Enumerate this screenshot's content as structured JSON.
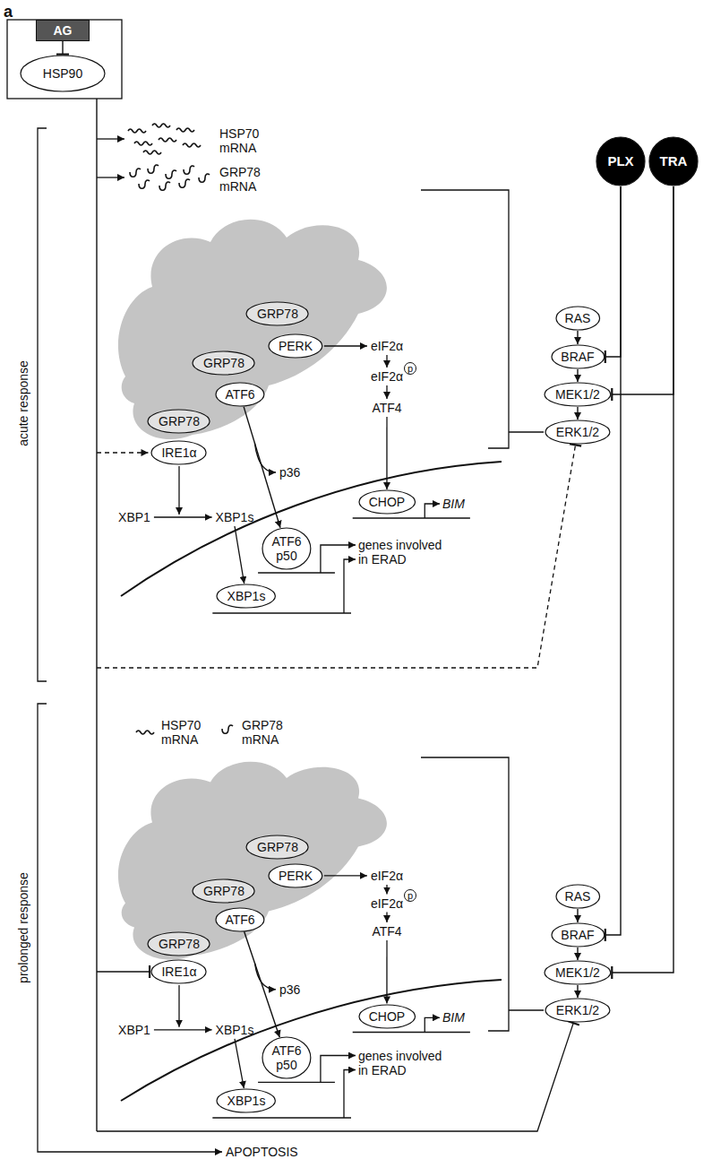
{
  "diagram": {
    "nodes": [
      {
        "text": [
          "AG"
        ]
      },
      {
        "text": [
          "HSP90"
        ]
      },
      {
        "text": [
          "PLX"
        ]
      },
      {
        "text": [
          "TRA"
        ]
      },
      {
        "text": [
          "RAS"
        ]
      },
      {
        "text": [
          "BRAF"
        ]
      },
      {
        "text": [
          "MEK1/2"
        ]
      },
      {
        "text": [
          "ERK1/2"
        ]
      },
      {
        "text": [
          "GRP78"
        ]
      },
      {
        "text": [
          "IRE1α"
        ]
      },
      {
        "text": [
          "GRP78"
        ]
      },
      {
        "text": [
          "ATF6"
        ]
      },
      {
        "text": [
          "GRP78"
        ]
      },
      {
        "text": [
          "PERK"
        ]
      },
      {
        "text": [
          "XBP1s"
        ]
      },
      {
        "text": [
          "ATF6 p50"
        ]
      },
      {
        "text": [
          "CHOP"
        ]
      },
      {
        "text": [
          "RAS"
        ]
      },
      {
        "text": [
          "BRAF"
        ]
      },
      {
        "text": [
          "MEK1/2"
        ]
      },
      {
        "text": [
          "ERK1/2"
        ]
      },
      {
        "text": [
          "GRP78"
        ]
      },
      {
        "text": [
          "IRE1α"
        ]
      },
      {
        "text": [
          "GRP78"
        ]
      },
      {
        "text": [
          "ATF6"
        ]
      },
      {
        "text": [
          "GRP78"
        ]
      },
      {
        "text": [
          "PERK"
        ]
      },
      {
        "text": [
          "XBP1s"
        ]
      },
      {
        "text": [
          "ATF6 p50"
        ]
      },
      {
        "text": [
          "CHOP"
        ]
      }
    ],
    "edges": [
      {
        "from": 0,
        "to": 1,
        "arrow": "to"
      },
      {
        "from": 4,
        "to": 5,
        "arrow": "to"
      },
      {
        "from": 5,
        "to": 6,
        "arrow": "to"
      },
      {
        "from": 6,
        "to": 7,
        "arrow": "to"
      },
      {
        "from": 2,
        "to": 5,
        "arrow": "to"
      },
      {
        "from": 3,
        "to": 6,
        "arrow": "to"
      },
      {
        "from": 11,
        "to": 15,
        "arrow": "to"
      },
      {
        "from": 17,
        "to": 18,
        "arrow": "to"
      },
      {
        "from": 18,
        "to": 19,
        "arrow": "to"
      },
      {
        "from": 19,
        "to": 20,
        "arrow": "to"
      },
      {
        "from": 2,
        "to": 18,
        "arrow": "to"
      },
      {
        "from": 3,
        "to": 19,
        "arrow": "to"
      },
      {
        "from": 24,
        "to": 28,
        "arrow": "to"
      }
    ],
    "labels": [
      "a",
      "acute response",
      "HSP70 mRNA",
      "GRP78 mRNA",
      "XBP1",
      "XBP1s",
      "p36",
      "eIF2α",
      "eIF2α",
      "p",
      "ATF4",
      "BIM",
      "genes involved in ERAD",
      "prolonged response",
      "HSP70 mRNA",
      "GRP78 mRNA",
      "XBP1",
      "XBP1s",
      "p36",
      "eIF2α",
      "eIF2α",
      "p",
      "ATF4",
      "BIM",
      "genes involved in ERAD",
      "APOPTOSIS"
    ]
  }
}
